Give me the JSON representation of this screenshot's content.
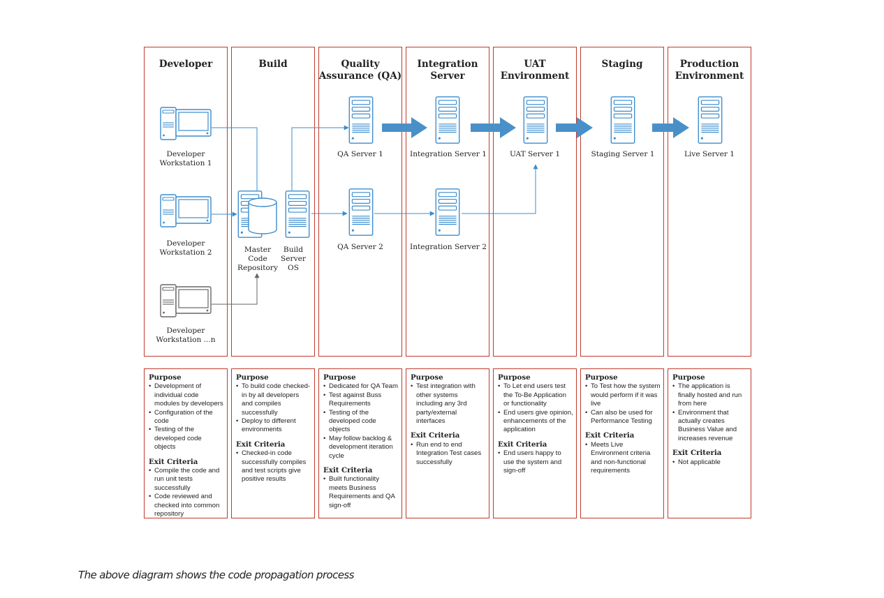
{
  "columns": [
    {
      "title": "Developer",
      "purpose_heading": "Purpose",
      "purpose": [
        "Development of individual code modules by developers",
        "Configuration of the code",
        "Testing of the developed code objects"
      ],
      "exit_heading": "Exit Criteria",
      "exit": [
        "Compile the code and run unit tests successfully",
        "Code reviewed and checked into common repository"
      ]
    },
    {
      "title": "Build",
      "purpose_heading": "Purpose",
      "purpose": [
        "To build code checked-in by all developers and compiles successfully",
        "Deploy to different environments"
      ],
      "exit_heading": "Exit Criteria",
      "exit": [
        "Checked-in code successfully compiles and test scripts give positive results"
      ]
    },
    {
      "title": "Quality Assurance (QA)",
      "purpose_heading": "Purpose",
      "purpose": [
        "Dedicated for QA Team",
        "Test against Buss Requirements",
        "Testing of the developed code objects",
        "May follow backlog & development iteration cycle"
      ],
      "exit_heading": "Exit Criteria",
      "exit": [
        "Built functionality meets Business Requirements and QA sign-off"
      ]
    },
    {
      "title": "Integration Server",
      "purpose_heading": "Purpose",
      "purpose": [
        "Test integration with other systems including any 3rd party/external interfaces"
      ],
      "exit_heading": "Exit Criteria",
      "exit": [
        "Run end to end Integration Test cases successfully"
      ]
    },
    {
      "title": "UAT Environment",
      "purpose_heading": "Purpose",
      "purpose": [
        "To Let end users test the To-Be Application or functionality",
        "End users give opinion, enhancements of the application"
      ],
      "exit_heading": "Exit Criteria",
      "exit": [
        "End users happy to use the system and sign-off"
      ]
    },
    {
      "title": "Staging",
      "purpose_heading": "Purpose",
      "purpose": [
        "To Test how the system would perform if it was live",
        "Can also be used for Performance Testing"
      ],
      "exit_heading": "Exit Criteria",
      "exit": [
        "Meets Live Environment criteria and non-functional requirements"
      ]
    },
    {
      "title": "Production Environment",
      "purpose_heading": "Purpose",
      "purpose": [
        "The application is finally hosted and run from here",
        "Environment that actually creates Business Value and increases revenue"
      ],
      "exit_heading": "Exit Criteria",
      "exit": [
        "Not applicable"
      ]
    }
  ],
  "nodes": {
    "dev_ws_1": "Developer Workstation 1",
    "dev_ws_2": "Developer Workstation 2",
    "dev_ws_n": "Developer Workstation ...n",
    "master_repo": "Master Code Repository",
    "build_server": "Build Server OS",
    "qa_server_1": "QA Server 1",
    "qa_server_2": "QA Server 2",
    "integration_server_1": "Integration Server 1",
    "integration_server_2": "Integration Server 2",
    "uat_server_1": "UAT Server 1",
    "staging_server_1": "Staging Server 1",
    "live_server_1": "Live Server 1"
  },
  "caption": "The above diagram shows the code propagation process",
  "colors": {
    "border": "#c0392b",
    "connector": "#3b8ccd",
    "arrow": "#4a90c8",
    "icon_stroke": "#3b8ccd",
    "repo_arrow": "#666666"
  }
}
